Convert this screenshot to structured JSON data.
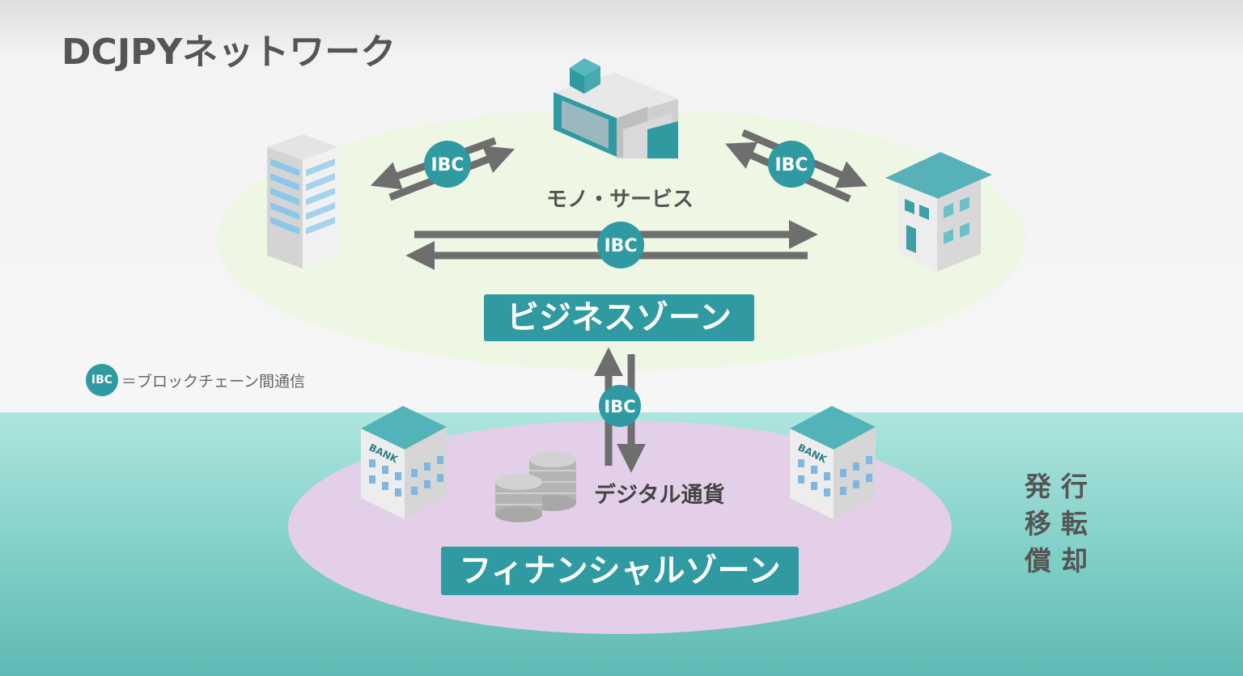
{
  "title": "DCJPYネットワーク",
  "ibc_badge": "IBC",
  "business_zone": {
    "label": "ビジネスゾーン",
    "goods_label": "モノ・サービス"
  },
  "financial_zone": {
    "label": "フィナンシャルゾーン",
    "currency_label": "デジタル通貨",
    "bank_sign": "BANK"
  },
  "legend": {
    "badge": "IBC",
    "text": "＝ブロックチェーン間通信"
  },
  "operations": [
    "発",
    "行",
    "移",
    "転",
    "償",
    "却"
  ],
  "colors": {
    "teal": "#2f9aa1",
    "arrow_gray": "#6e6e6e",
    "business_ellipse": "#eef6e4",
    "financial_ellipse": "#e4cfe8",
    "sea_top": "#aee5df",
    "sea_bottom": "#5fbab3"
  }
}
